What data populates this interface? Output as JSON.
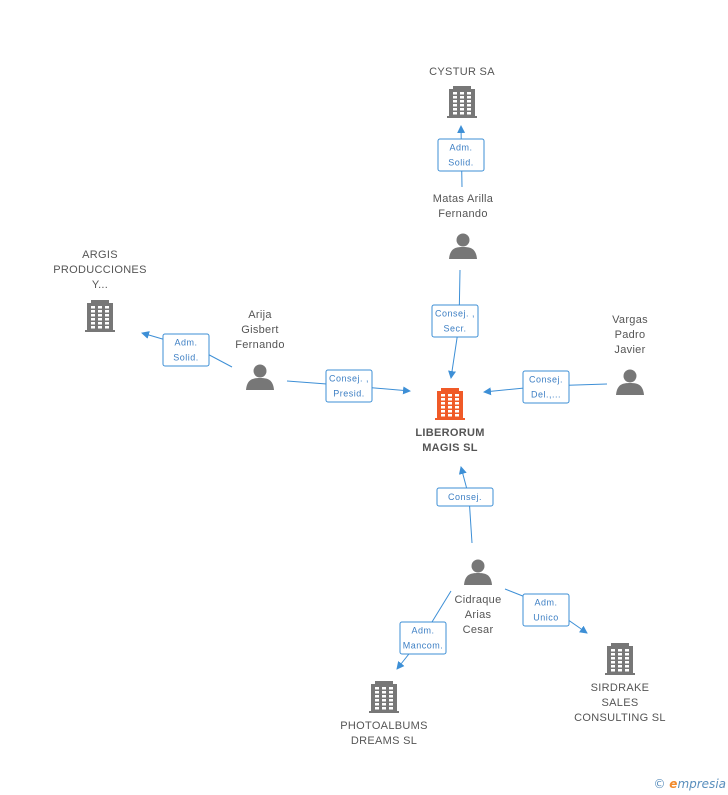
{
  "colors": {
    "edge": "#3d8fd6",
    "company": "#777777",
    "focus_company": "#f05a28",
    "person": "#777777"
  },
  "nodes": [
    {
      "id": "cystur",
      "type": "company",
      "icon": "building-icon",
      "lines": [
        "CYSTUR SA"
      ]
    },
    {
      "id": "matas",
      "type": "person",
      "icon": "person-icon",
      "lines": [
        "Matas Arilla",
        "Fernando"
      ]
    },
    {
      "id": "argis",
      "type": "company",
      "icon": "building-icon",
      "lines": [
        "ARGIS",
        "PRODUCCIONES",
        "Y..."
      ]
    },
    {
      "id": "arija",
      "type": "person",
      "icon": "person-icon",
      "lines": [
        "Arija",
        "Gisbert",
        "Fernando"
      ]
    },
    {
      "id": "vargas",
      "type": "person",
      "icon": "person-icon",
      "lines": [
        "Vargas",
        "Padro",
        "Javier"
      ]
    },
    {
      "id": "liberorum",
      "type": "focus",
      "icon": "building-icon",
      "lines": [
        "LIBERORUM",
        "MAGIS  SL"
      ]
    },
    {
      "id": "cidraque",
      "type": "person",
      "icon": "person-icon",
      "lines": [
        "Cidraque",
        "Arias",
        "Cesar"
      ]
    },
    {
      "id": "photoalbums",
      "type": "company",
      "icon": "building-icon",
      "lines": [
        "PHOTOALBUMS",
        "DREAMS  SL"
      ]
    },
    {
      "id": "sirdrake",
      "type": "company",
      "icon": "building-icon",
      "lines": [
        "SIRDRAKE",
        "SALES",
        "CONSULTING SL"
      ]
    }
  ],
  "edges": [
    {
      "id": "matas-cystur",
      "lines": [
        "Adm.",
        "Solid."
      ]
    },
    {
      "id": "matas-liberorum",
      "lines": [
        "Consej. ,",
        "Secr."
      ]
    },
    {
      "id": "arija-argis",
      "lines": [
        "Adm.",
        "Solid."
      ]
    },
    {
      "id": "arija-liberorum",
      "lines": [
        "Consej. ,",
        "Presid."
      ]
    },
    {
      "id": "vargas-liberorum",
      "lines": [
        "Consej.",
        "Del.,..."
      ]
    },
    {
      "id": "cidraque-liberorum",
      "lines": [
        "Consej."
      ]
    },
    {
      "id": "cidraque-photoalbums",
      "lines": [
        "Adm.",
        "Mancom."
      ]
    },
    {
      "id": "cidraque-sirdrake",
      "lines": [
        "Adm.",
        "Unico"
      ]
    }
  ],
  "watermark": {
    "symbol": "©",
    "brand_initial": "e",
    "brand_rest": "mpresia"
  }
}
